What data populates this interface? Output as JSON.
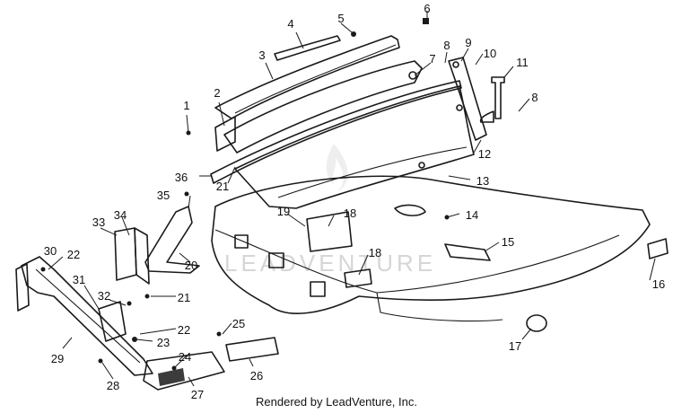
{
  "diagram": {
    "callouts": [
      "1",
      "2",
      "3",
      "4",
      "5",
      "6",
      "7",
      "8",
      "9",
      "10",
      "11",
      "8",
      "12",
      "13",
      "14",
      "15",
      "16",
      "17",
      "18",
      "18",
      "19",
      "20",
      "21",
      "21",
      "22",
      "22",
      "23",
      "24",
      "25",
      "26",
      "27",
      "28",
      "29",
      "30",
      "31",
      "32",
      "33",
      "34",
      "35",
      "36"
    ],
    "watermark": "LEADVENTURE",
    "footer": "Rendered by LeadVenture, Inc."
  }
}
